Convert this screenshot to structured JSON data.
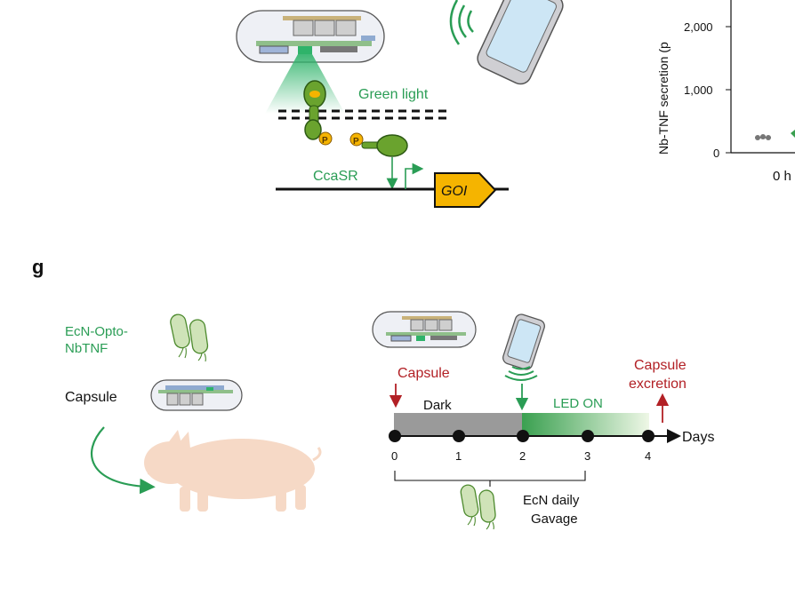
{
  "top": {
    "green_light_label": "Green light",
    "ccasr_label": "CcaSR",
    "goi_label": "GOI",
    "phospho_label": "P",
    "chart_ylabel": "Nb-TNF secretion (p",
    "y_ticks": [
      "2,000",
      "1,000",
      "0"
    ],
    "x_tick": "0 h"
  },
  "panel_g": {
    "panel_label": "g",
    "ecn_label_line1": "EcN-Opto-",
    "ecn_label_line2": "NbTNF",
    "capsule_label": "Capsule",
    "timeline": {
      "capsule_label": "Capsule",
      "dark_label": "Dark",
      "led_label": "LED ON",
      "excretion_line1": "Capsule",
      "excretion_line2": "excretion",
      "days_label": "Days",
      "day_ticks": [
        "0",
        "1",
        "2",
        "3",
        "4"
      ],
      "gavage_line1": "EcN daily",
      "gavage_line2": "Gavage"
    }
  },
  "colors": {
    "green": "#2a9d55",
    "dark_red": "#b22025",
    "gold": "#f5b400",
    "gray_bar": "#9a9a9a",
    "pig": "#f6d9c6"
  }
}
